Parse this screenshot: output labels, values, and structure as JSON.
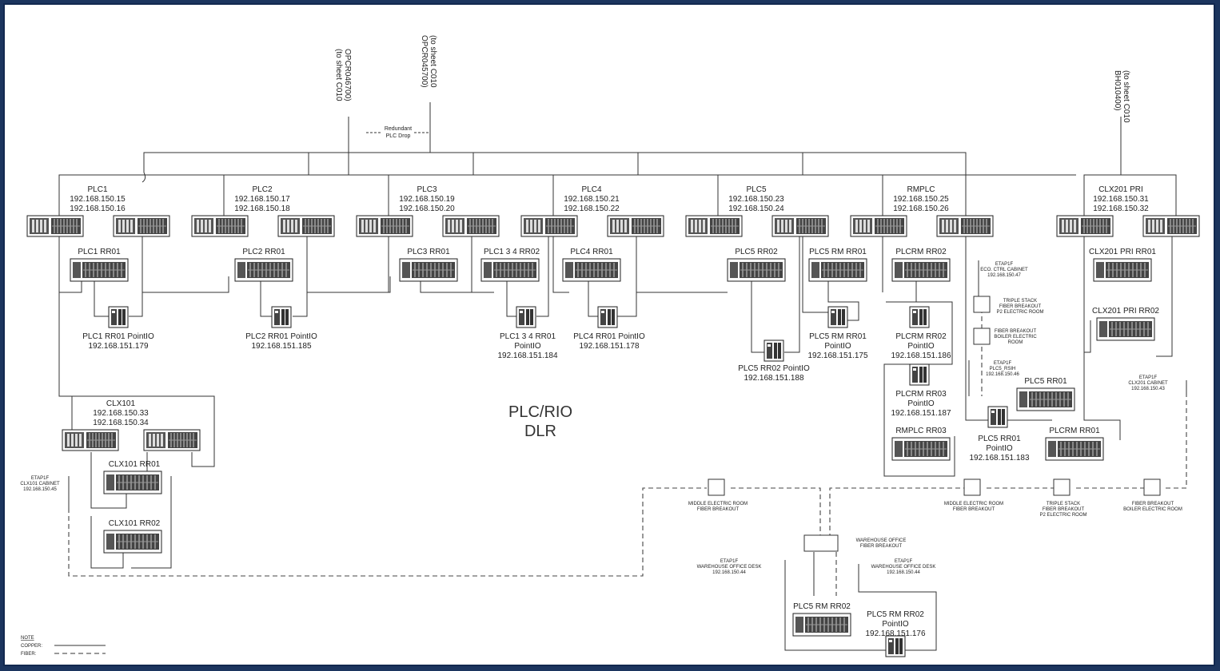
{
  "title": {
    "line1": "PLC/RIO",
    "line2": "DLR"
  },
  "sheet_refs": [
    {
      "l1": "(to sheet C010",
      "l2": "OPCR046700)"
    },
    {
      "l1": "(to sheet C010",
      "l2": "OPCR045700)"
    },
    {
      "l1": "(to sheet C010",
      "l2": "BH010400)"
    }
  ],
  "redundant_drop": {
    "l1": "Redundant",
    "l2": "PLC Drop"
  },
  "plcs": [
    {
      "name": "PLC1",
      "ip1": "192.168.150.15",
      "ip2": "192.168.150.16"
    },
    {
      "name": "PLC2",
      "ip1": "192.168.150.17",
      "ip2": "192.168.150.18"
    },
    {
      "name": "PLC3",
      "ip1": "192.168.150.19",
      "ip2": "192.168.150.20"
    },
    {
      "name": "PLC4",
      "ip1": "192.168.150.21",
      "ip2": "192.168.150.22"
    },
    {
      "name": "PLC5",
      "ip1": "192.168.150.23",
      "ip2": "192.168.150.24"
    },
    {
      "name": "RMPLC",
      "ip1": "192.168.150.25",
      "ip2": "192.168.150.26"
    },
    {
      "name": "CLX201 PRI",
      "ip1": "192.168.150.31",
      "ip2": "192.168.150.32"
    }
  ],
  "clx101": {
    "name": "CLX101",
    "ip1": "192.168.150.33",
    "ip2": "192.168.150.34"
  },
  "racks": [
    "PLC1 RR01",
    "PLC2 RR01",
    "PLC3 RR01",
    "PLC1 3 4 RR02",
    "PLC4 RR01",
    "PLC5 RR02",
    "PLC5 RM RR01",
    "PLCRM RR02",
    "CLX201 PRI RR01",
    "CLX201 PRI RR02",
    "CLX101 RR01",
    "CLX101 RR02",
    "RMPLC RR03",
    "PLC5 RR01",
    "PLCRM RR01",
    "PLC5 RM RR02"
  ],
  "pointio": [
    {
      "l1": "PLC1 RR01 PointIO",
      "l2": "192.168.151.179"
    },
    {
      "l1": "PLC2 RR01 PointIO",
      "l2": "192.168.151.185"
    },
    {
      "l1": "PLC1 3 4 RR01",
      "l2": "PointIO",
      "l3": "192.168.151.184"
    },
    {
      "l1": "PLC4 RR01 PointIO",
      "l2": "192.168.151.178"
    },
    {
      "l1": "PLC5 RR02 PointIO",
      "l2": "192.168.151.188"
    },
    {
      "l1": "PLC5 RM RR01",
      "l2": "PointIO",
      "l3": "192.168.151.175"
    },
    {
      "l1": "PLCRM RR02",
      "l2": "PointIO",
      "l3": "192.168.151.186"
    },
    {
      "l1": "PLCRM RR03",
      "l2": "PointIO",
      "l3": "192.168.151.187"
    },
    {
      "l1": "PLC5 RR01",
      "l2": "PointIO",
      "l3": "192.168.151.183"
    },
    {
      "l1": "PLC5 RM RR02",
      "l2": "PointIO",
      "l3": "192.168.151.176"
    }
  ],
  "small_notes": [
    {
      "l1": "ETAP1F",
      "l2": "ECO. CTRL CABINET",
      "l3": "192.168.150.47"
    },
    {
      "l1": "TRIPLE STACK",
      "l2": "FIBER BREAKOUT",
      "l3": "P2 ELECTRIC ROOM"
    },
    {
      "l1": "FIBER BREAKOUT",
      "l2": "BOILER ELECTRIC",
      "l3": "ROOM"
    },
    {
      "l1": "ETAP1F",
      "l2": "PLC5_RSIH",
      "l3": "192.168.150.46"
    },
    {
      "l1": "ETAP1F",
      "l2": "CLX201 CABINET",
      "l3": "192.168.150.43"
    },
    {
      "l1": "ETAP1F",
      "l2": "CLX101 CABINET",
      "l3": "192.168.150.45"
    },
    {
      "l1": "MIDDLE ELECTRIC ROOM",
      "l2": "FIBER BREAKOUT"
    },
    {
      "l1": "MIDDLE ELECTRIC ROOM",
      "l2": "FIBER BREAKOUT"
    },
    {
      "l1": "TRIPLE STACK",
      "l2": "FIBER BREAKOUT",
      "l3": "P2 ELECTRIC ROOM"
    },
    {
      "l1": "FIBER BREAKOUT",
      "l2": "BOILER ELECTRIC ROOM"
    },
    {
      "l1": "WAREHOUSE OFFICE",
      "l2": "FIBER BREAKOUT"
    },
    {
      "l1": "ETAP1F",
      "l2": "WAREHOUSE OFFICE DESK",
      "l3": "192.168.150.44"
    },
    {
      "l1": "ETAP1F",
      "l2": "WAREHOUSE OFFICE DESK",
      "l3": "192.168.150.44"
    }
  ],
  "legend": {
    "title": "NOTE",
    "copper": "COPPER:",
    "fiber": "FIBER:"
  },
  "colors": {
    "border": "#1c355e",
    "line": "#333333",
    "background": "#ffffff"
  }
}
